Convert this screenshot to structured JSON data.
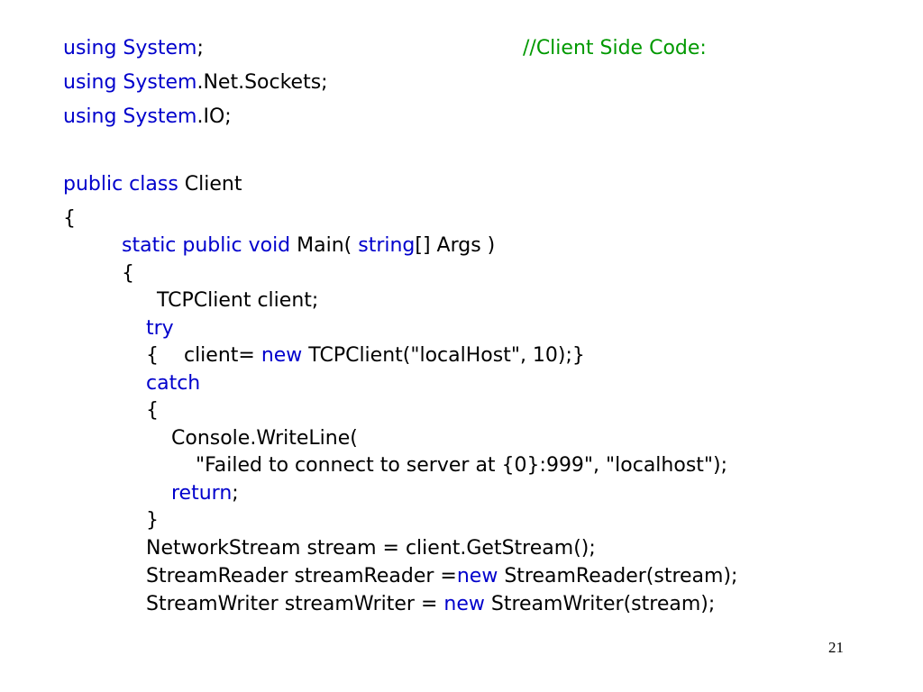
{
  "colors": {
    "keyword": "#0000cc",
    "plain": "#000000",
    "comment": "#009900",
    "background": "#ffffff"
  },
  "comment": "//Client Side Code:",
  "page_number": "21",
  "code_lines": [
    [
      {
        "t": "using System",
        "k": "kw"
      },
      {
        "t": ";",
        "k": "plain"
      }
    ],
    [
      {
        "t": "using System",
        "k": "kw"
      },
      {
        "t": ".Net.Sockets;",
        "k": "plain"
      }
    ],
    [
      {
        "t": "using System",
        "k": "kw"
      },
      {
        "t": ".IO;",
        "k": "plain"
      }
    ],
    [
      {
        "t": "public class",
        "k": "kw"
      },
      {
        "t": " Client",
        "k": "plain"
      }
    ],
    [
      {
        "t": "{",
        "k": "plain"
      }
    ],
    [
      {
        "t": "static public void",
        "k": "kw"
      },
      {
        "t": " Main( ",
        "k": "plain"
      },
      {
        "t": "string",
        "k": "kw"
      },
      {
        "t": "[] Args )",
        "k": "plain"
      }
    ],
    [
      {
        "t": "{",
        "k": "plain"
      }
    ],
    [
      {
        "t": "TCPClient client;",
        "k": "plain"
      }
    ],
    [
      {
        "t": "try",
        "k": "kw"
      }
    ],
    [
      {
        "t": "{    client= ",
        "k": "plain"
      },
      {
        "t": "new",
        "k": "kw"
      },
      {
        "t": " TCPClient(\"localHost\", 10);}",
        "k": "plain"
      }
    ],
    [
      {
        "t": "catch",
        "k": "kw"
      }
    ],
    [
      {
        "t": "{",
        "k": "plain"
      }
    ],
    [
      {
        "t": "Console.WriteLine(",
        "k": "plain"
      }
    ],
    [
      {
        "t": "\"Failed to connect to server at {0}:999\", \"localhost\");",
        "k": "plain"
      }
    ],
    [
      {
        "t": "return",
        "k": "kw"
      },
      {
        "t": ";",
        "k": "plain"
      }
    ],
    [
      {
        "t": "}",
        "k": "plain"
      }
    ],
    [
      {
        "t": "NetworkStream stream = client.GetStream();",
        "k": "plain"
      }
    ],
    [
      {
        "t": "StreamReader streamReader =",
        "k": "plain"
      },
      {
        "t": "new",
        "k": "kw"
      },
      {
        "t": " StreamReader(stream);",
        "k": "plain"
      }
    ],
    [
      {
        "t": "StreamWriter streamWriter = ",
        "k": "plain"
      },
      {
        "t": "new",
        "k": "kw"
      },
      {
        "t": " StreamWriter(stream);",
        "k": "plain"
      }
    ]
  ]
}
